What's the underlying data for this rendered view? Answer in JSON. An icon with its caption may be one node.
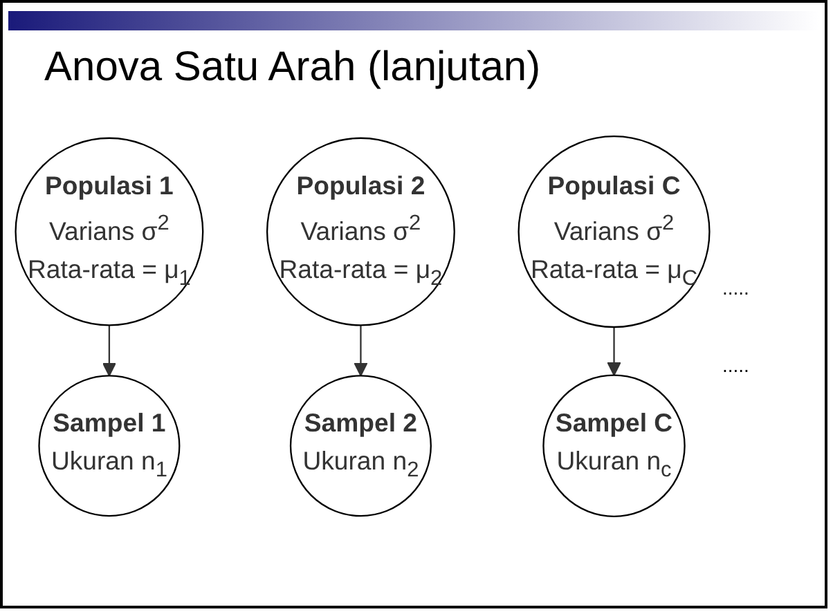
{
  "diagram": {
    "title": "Anova Satu Arah (lanjutan)",
    "nodes": [
      {
        "text": [
          "Populasi 1",
          "Varians σ$^{2}$",
          "Rata-rata = μ$_{1}$"
        ]
      },
      {
        "text": [
          "Populasi 2",
          "Varians σ$^{2}$",
          "Rata-rata = μ$_{2}$"
        ]
      },
      {
        "text": [
          "Populasi C",
          "Varians σ$^{2}$",
          "Rata-rata = μ$_{C}$"
        ]
      },
      {
        "text": [
          "Sampel 1",
          "Ukuran n$_{1}$"
        ]
      },
      {
        "text": [
          "Sampel 2",
          "Ukuran n$_{2}$"
        ]
      },
      {
        "text": [
          "Sampel C",
          "Ukuran n$_{c}$"
        ]
      }
    ],
    "edges": [
      {
        "from": 0,
        "to": 3,
        "arrow": "to"
      },
      {
        "from": 1,
        "to": 4,
        "arrow": "to"
      },
      {
        "from": 2,
        "to": 5,
        "arrow": "to"
      }
    ],
    "labels": [
      ".....",
      "....."
    ]
  }
}
